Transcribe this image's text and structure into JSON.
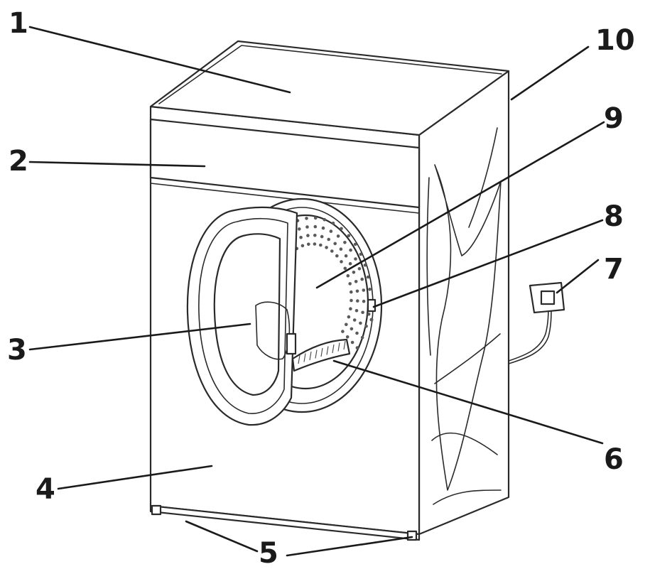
{
  "callouts": [
    {
      "id": "1"
    },
    {
      "id": "2"
    },
    {
      "id": "3"
    },
    {
      "id": "4"
    },
    {
      "id": "5"
    },
    {
      "id": "6"
    },
    {
      "id": "7"
    },
    {
      "id": "8"
    },
    {
      "id": "9"
    },
    {
      "id": "10"
    }
  ],
  "colors": {
    "line": "#2a2a2a",
    "background": "#ffffff"
  }
}
